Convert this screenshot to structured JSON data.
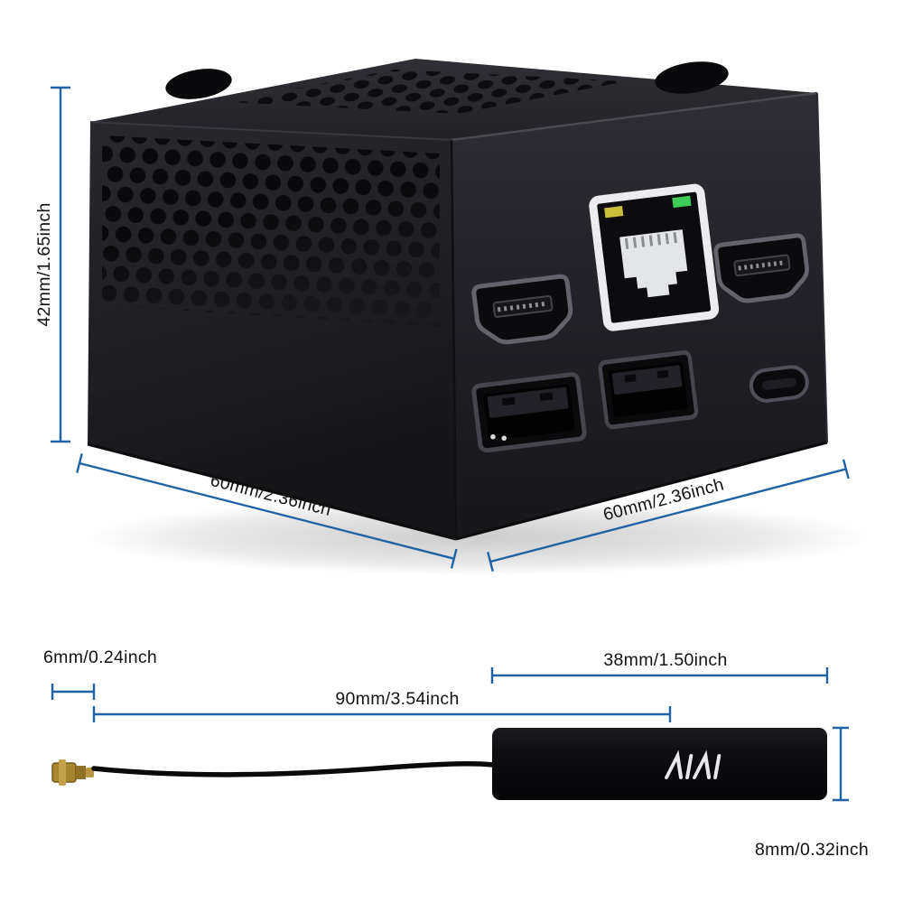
{
  "diagram": {
    "device": {
      "height_label": "42mm/1.65inch",
      "depth_label": "60mm/2.36inch",
      "width_label": "60mm/2.36inch"
    },
    "antenna": {
      "connector_label": "6mm/0.24inch",
      "cable_label": "90mm/3.54inch",
      "pad_width_label": "38mm/1.50inch",
      "pad_height_label": "8mm/0.32inch"
    }
  },
  "colors": {
    "background": "#ffffff",
    "dimension_blue": "#1f63a4",
    "label_text": "#131313",
    "device_body": "#1e1e23",
    "ethernet_led_yellow": "#c9bd3a",
    "ethernet_led_green": "#3ecb57",
    "antenna_gold": "#b8963f",
    "antenna_pad_black": "#0c0c0e"
  }
}
